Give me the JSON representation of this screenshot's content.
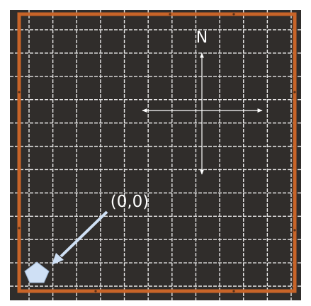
{
  "map": {
    "background_color": "#302d2b",
    "grid_color": "#e8e8e8",
    "border_color": "#c86428",
    "grid_style": "dashed",
    "grid_columns": 12,
    "grid_rows": 12
  },
  "compass": {
    "north_label": "N",
    "color": "#ffffff"
  },
  "origin": {
    "label": "(0,0)",
    "marker_shape": "pentagon",
    "marker_color": "#cfe0f5",
    "arrow_color": "#cfe0f5"
  }
}
